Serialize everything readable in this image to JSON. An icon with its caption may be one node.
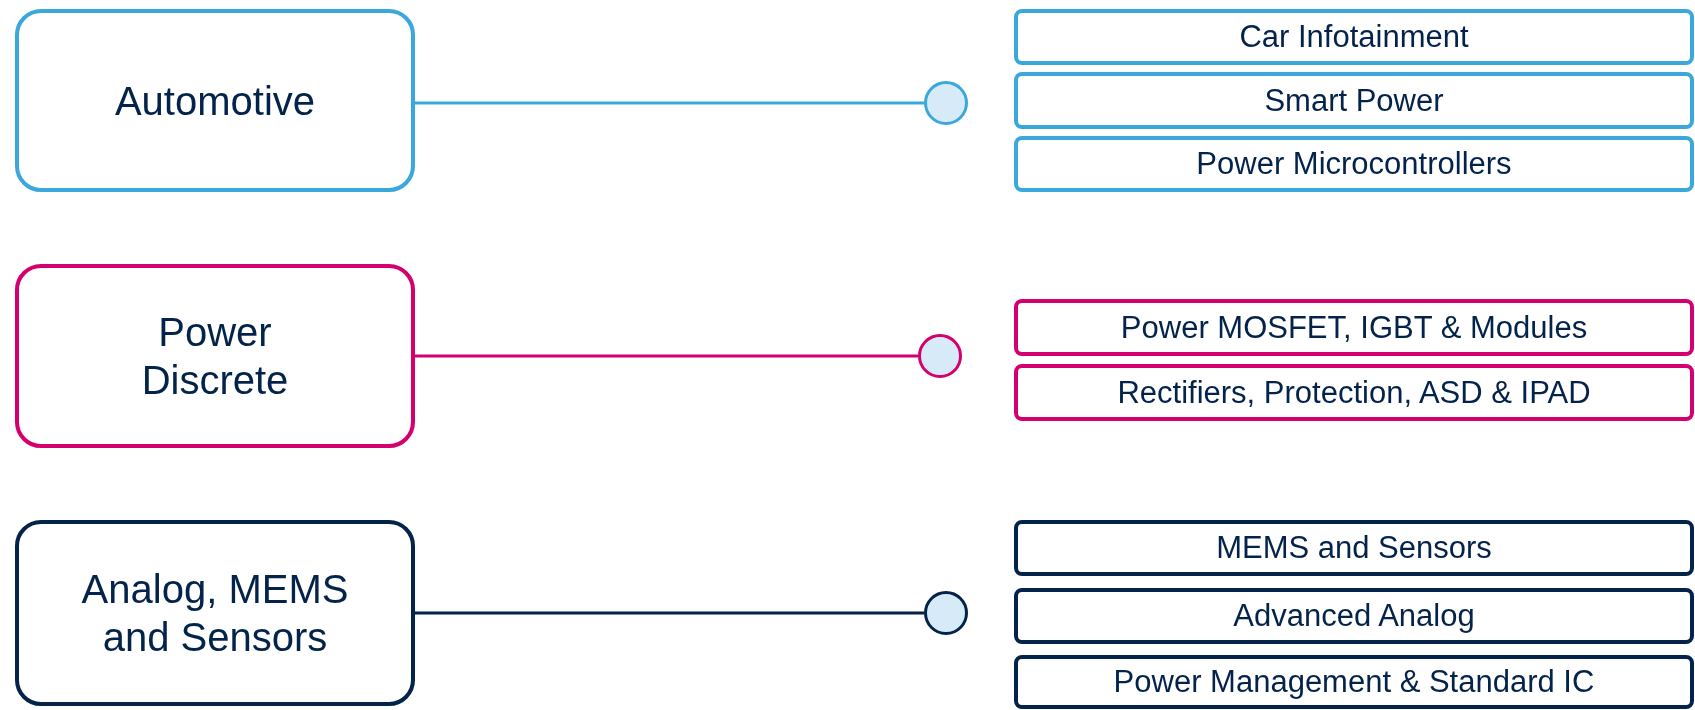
{
  "diagram": {
    "nodes": [
      {
        "text": [
          "Automotive"
        ]
      },
      {
        "text": [],
        "shape": "circle"
      },
      {
        "text": [
          "Car Infotainment"
        ]
      },
      {
        "text": [
          "Smart Power"
        ]
      },
      {
        "text": [
          "Power Microcontrollers"
        ]
      },
      {
        "text": [
          "Power Discrete"
        ]
      },
      {
        "text": [],
        "shape": "circle"
      },
      {
        "text": [
          "Power MOSFET, IGBT & Modules"
        ]
      },
      {
        "text": [
          "Rectifiers, Protection, ASD & IPAD"
        ]
      },
      {
        "text": [
          "Analog, MEMS and Sensors"
        ]
      },
      {
        "text": [],
        "shape": "circle"
      },
      {
        "text": [
          "MEMS and Sensors"
        ]
      },
      {
        "text": [
          "Advanced Analog"
        ]
      },
      {
        "text": [
          "Power Management & Standard IC"
        ]
      }
    ],
    "edges": [
      {
        "from": 0,
        "to": 1,
        "arrow": "none",
        "color": "#3aa8dc"
      },
      {
        "from": 5,
        "to": 6,
        "arrow": "none",
        "color": "#d4006f"
      },
      {
        "from": 9,
        "to": 10,
        "arrow": "none",
        "color": "#03234b"
      }
    ]
  }
}
